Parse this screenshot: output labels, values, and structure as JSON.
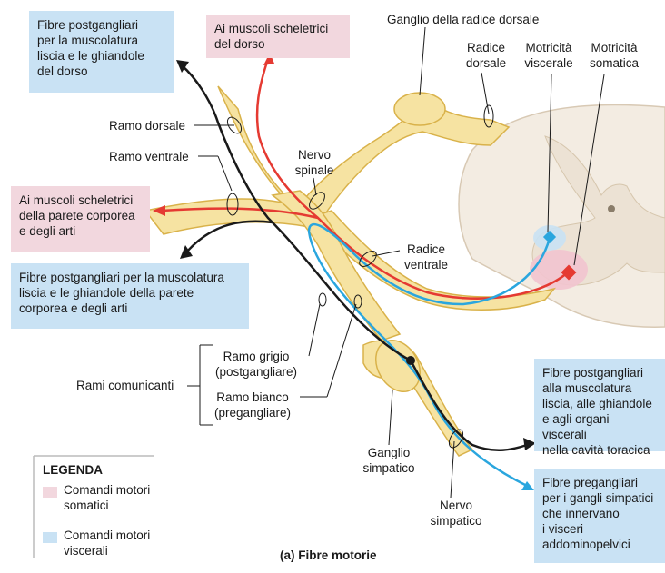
{
  "boxes": {
    "top_left_blue": "Fibre postgangliari\nper la muscolatura\nliscia e le ghiandole\ndel dorso",
    "top_pink": "Ai muscoli scheletrici\ndel dorso",
    "mid_pink": "Ai muscoli scheletrici\ndella parete corporea\ne degli arti",
    "mid_blue": "Fibre postgangliari per la muscolatura\nliscia e le ghiandole della parete\ncorporea e degli arti",
    "right_blue_top": "Fibre postgangliari\nalla muscolatura\nliscia, alle ghiandole\ne agli organi viscerali\nnella cavità toracica",
    "right_blue_bottom": "Fibre pregangliari\nper i gangli simpatici\nche innervano\ni visceri\naddominopelvici"
  },
  "labels": {
    "ganglio_radice": "Ganglio della radice dorsale",
    "radice_dorsale": "Radice\ndorsale",
    "motricita_viscerale": "Motricità\nviscerale",
    "motricita_somatica": "Motricità\nsomatica",
    "ramo_dorsale": "Ramo dorsale",
    "ramo_ventrale": "Ramo ventrale",
    "nervo_spinale": "Nervo\nspinale",
    "radice_ventrale": "Radice\nventrale",
    "ramo_grigio": "Ramo grigio\n(postgangliare)",
    "rami_comunicanti": "Rami comunicanti",
    "ramo_bianco": "Ramo bianco\n(pregangliare)",
    "ganglio_simpatico": "Ganglio\nsimpatico",
    "nervo_simpatico": "Nervo\nsimpatico"
  },
  "legend": {
    "title": "LEGENDA",
    "somatic": "Comandi motori\nsomatici",
    "visceral": "Comandi motori\nviscerali",
    "somatic_color": "#f2d7de",
    "visceral_color": "#c9e2f4"
  },
  "caption": "(a) Fibre motorie",
  "colors": {
    "nerve": "#f6e3a2",
    "nerve_edge": "#d9b24a",
    "somatic_fiber": "#e53a32",
    "visceral_fiber": "#2aa6de",
    "postganglionic": "#1a1a1a",
    "cord": "#f3ece2"
  }
}
